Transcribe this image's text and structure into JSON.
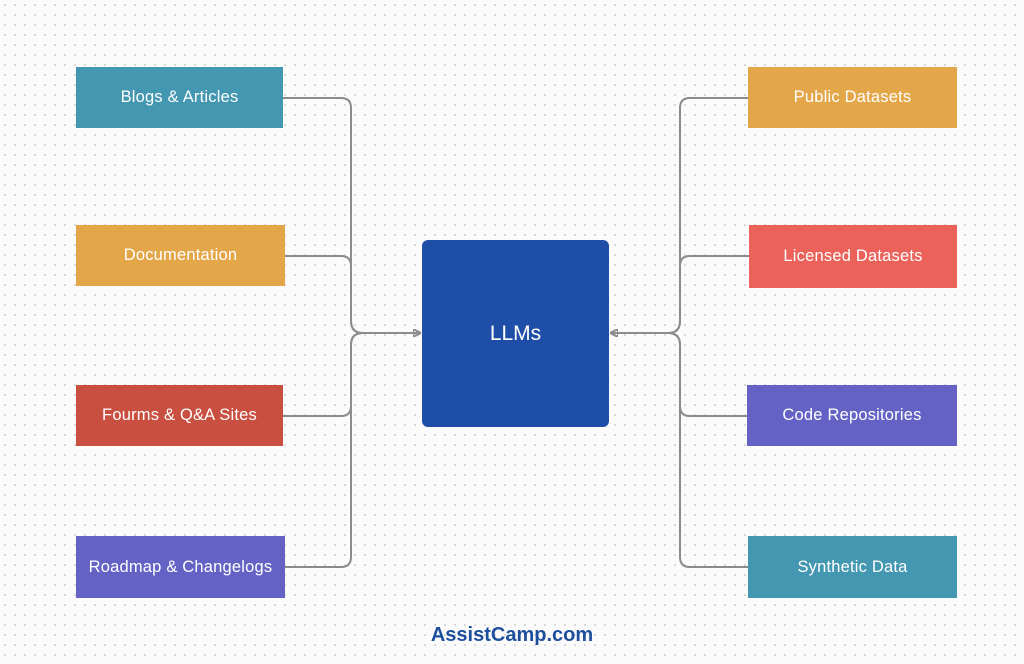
{
  "center": {
    "label": "LLMs",
    "color": "#1f4ea8"
  },
  "left_sources": [
    {
      "label": "Blogs & Articles",
      "color": "#4397b1"
    },
    {
      "label": "Documentation",
      "color": "#e3a74a"
    },
    {
      "label": "Fourms & Q&A Sites",
      "color": "#c94f40"
    },
    {
      "label": "Roadmap & Changelogs",
      "color": "#6463c5"
    }
  ],
  "right_sources": [
    {
      "label": "Public Datasets",
      "color": "#e3a74a"
    },
    {
      "label": "Licensed Datasets",
      "color": "#ea625a"
    },
    {
      "label": "Code Repositories",
      "color": "#6463c5"
    },
    {
      "label": "Synthetic Data",
      "color": "#4397b1"
    }
  ],
  "connector_color": "#8c8c8c",
  "brand": "AssistCamp.com",
  "brand_color": "#1d4f9c"
}
